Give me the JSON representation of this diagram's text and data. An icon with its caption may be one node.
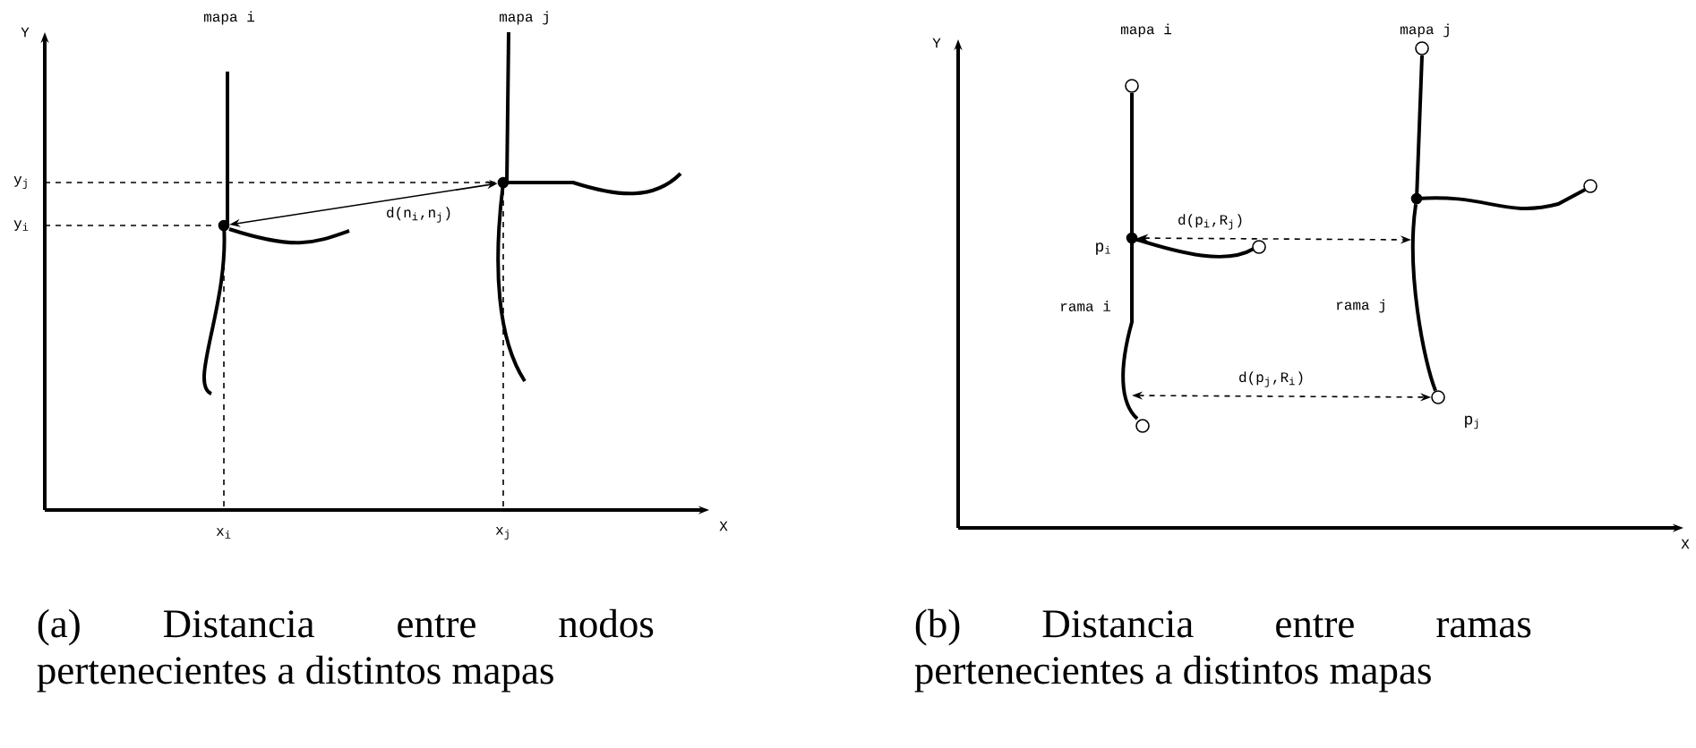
{
  "diagram": {
    "nodes": [
      {
        "text": [],
        "shape": "circle"
      },
      {
        "text": [],
        "shape": "circle"
      },
      {
        "text": [],
        "shape": "circle",
        "beside": [
          "p$_{i}$"
        ]
      },
      {
        "text": [],
        "shape": "circle"
      },
      {
        "text": [],
        "shape": "circle",
        "beside": [
          "p$_{j}$"
        ]
      }
    ],
    "edges": [
      {
        "from": 1,
        "to": 0,
        "arrow": "both",
        "label": "d(n$_{i}$,n$_{j}$)"
      },
      {
        "from": 2,
        "to": null,
        "arrow": "both",
        "style": "dashed",
        "label": "d(p$_{i}$,R$_{j}$)"
      },
      {
        "from": null,
        "to": 4,
        "arrow": "both",
        "style": "dashed",
        "label": "d(p$_{j}$,R$_{i}$)"
      },
      {
        "from": 3,
        "to": 4,
        "arrow": "none"
      }
    ],
    "labels": [
      "mapa i",
      "mapa j",
      "Y",
      "y$_{j}$",
      "y$_{i}$",
      "x$_{i}$",
      "x$_{j}$",
      "X",
      "mapa i",
      "mapa j",
      "Y",
      "rama i",
      "rama j",
      "X",
      "(a) Distancia entre nodos pertenecientes a distintos mapas",
      "(b) Distancia entre ramas pertenecientes a distintos mapas"
    ]
  }
}
